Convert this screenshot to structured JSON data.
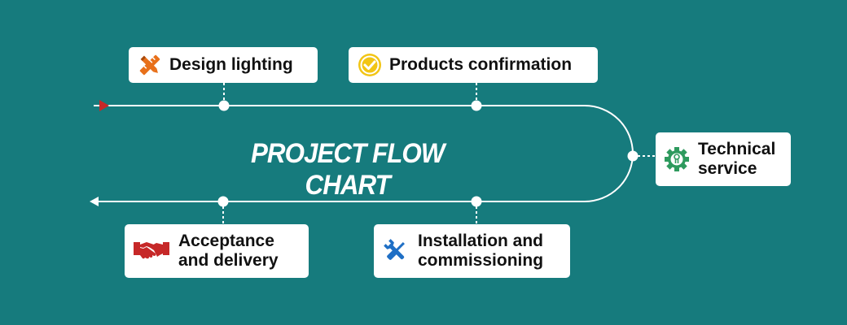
{
  "chart_title": "PROJECT FLOW CHART",
  "steps": {
    "design": {
      "label": "Design lighting",
      "icon": "pencil-ruler-icon"
    },
    "products": {
      "label": "Products confirmation",
      "icon": "checkmark-badge-icon"
    },
    "technical": {
      "label": "Technical\nservice",
      "icon": "gear-circuit-icon"
    },
    "installation": {
      "label": "Installation and\ncommissioning",
      "icon": "wrench-screwdriver-icon"
    },
    "acceptance": {
      "label": "Acceptance\nand delivery",
      "icon": "handshake-icon"
    }
  },
  "colors": {
    "background": "#167b7d",
    "line": "#ffffff",
    "start_arrow": "#c62828",
    "design_icon": "#e8701a",
    "products_icon": "#f2c515",
    "technical_icon": "#2e9a5e",
    "installation_icon": "#1f6fc5",
    "acceptance_icon": "#c62828"
  }
}
